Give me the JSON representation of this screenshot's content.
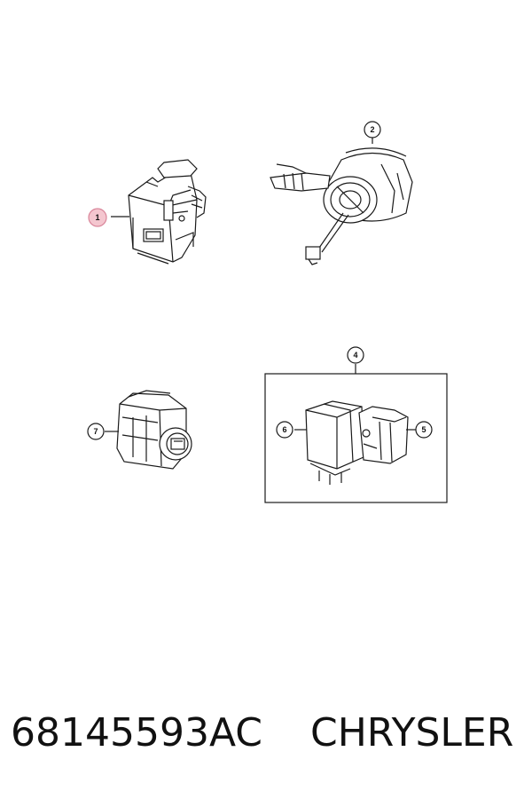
{
  "callouts": [
    {
      "id": "1",
      "label": "1",
      "highlighted": true
    },
    {
      "id": "2",
      "label": "2",
      "highlighted": false
    },
    {
      "id": "4",
      "label": "4",
      "highlighted": false
    },
    {
      "id": "5",
      "label": "5",
      "highlighted": false
    },
    {
      "id": "6",
      "label": "6",
      "highlighted": false
    },
    {
      "id": "7",
      "label": "7",
      "highlighted": false
    }
  ],
  "footer": {
    "part_number": "68145593AC",
    "brand": "CHRYSLER"
  },
  "colors": {
    "highlight_fill": "#f4c6cf",
    "highlight_stroke": "#d9859a",
    "line": "#1a1a1a",
    "background": "#ffffff"
  }
}
